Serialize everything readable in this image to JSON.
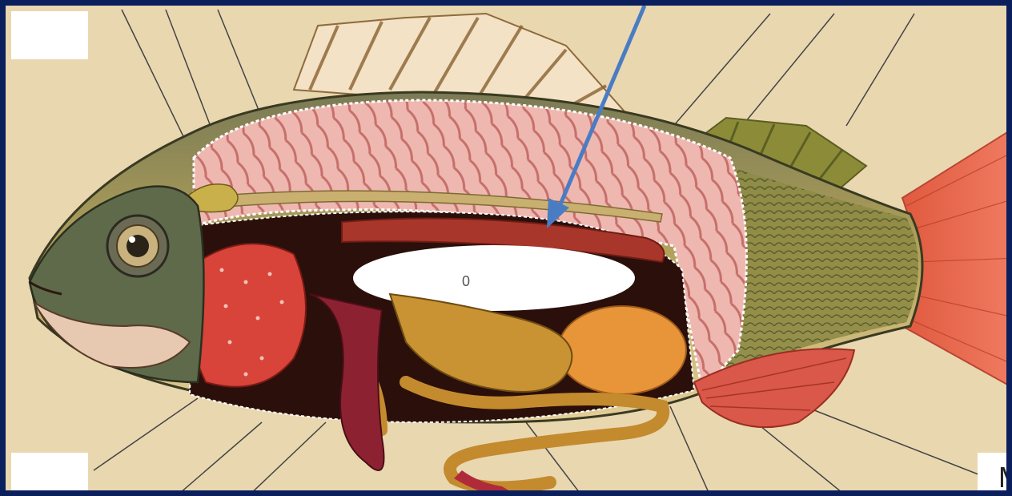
{
  "diagram": {
    "corner_label_text": "M",
    "parts": [
      "swim-bladder",
      "kidney",
      "muscle",
      "gills",
      "heart",
      "liver",
      "stomach",
      "intestine",
      "gonad",
      "eye",
      "dorsal-fin",
      "tail-fin",
      "pectoral-fin"
    ]
  },
  "colors": {
    "frame": "#0b1f5c",
    "background": "#e9d7b0",
    "arrow": "#4a7cc4",
    "muscle": "#e9a7a2",
    "gill": "#d8433a",
    "fin": "#d9584a",
    "gut": "#c9922e"
  }
}
